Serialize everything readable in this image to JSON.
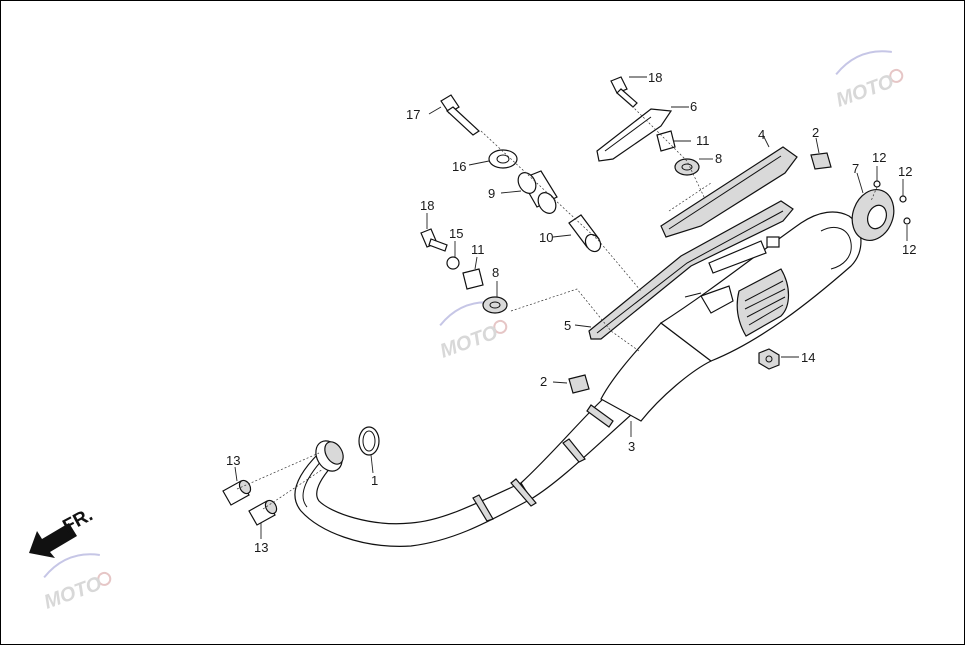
{
  "callouts": [
    {
      "id": "c1",
      "text": "1"
    },
    {
      "id": "c2a",
      "text": "2"
    },
    {
      "id": "c2b",
      "text": "2"
    },
    {
      "id": "c3",
      "text": "3"
    },
    {
      "id": "c4",
      "text": "4"
    },
    {
      "id": "c5",
      "text": "5"
    },
    {
      "id": "c6",
      "text": "6"
    },
    {
      "id": "c7",
      "text": "7"
    },
    {
      "id": "c8a",
      "text": "8"
    },
    {
      "id": "c8b",
      "text": "8"
    },
    {
      "id": "c9",
      "text": "9"
    },
    {
      "id": "c10",
      "text": "10"
    },
    {
      "id": "c11a",
      "text": "11"
    },
    {
      "id": "c11b",
      "text": "11"
    },
    {
      "id": "c12a",
      "text": "12"
    },
    {
      "id": "c12b",
      "text": "12"
    },
    {
      "id": "c12c",
      "text": "12"
    },
    {
      "id": "c13a",
      "text": "13"
    },
    {
      "id": "c13b",
      "text": "13"
    },
    {
      "id": "c14",
      "text": "14"
    },
    {
      "id": "c15",
      "text": "15"
    },
    {
      "id": "c16",
      "text": "16"
    },
    {
      "id": "c17",
      "text": "17"
    },
    {
      "id": "c18a",
      "text": "18"
    },
    {
      "id": "c18b",
      "text": "18"
    }
  ],
  "front_indicator": {
    "text": "FR.",
    "icon": "front-direction-arrow-icon"
  },
  "watermark": {
    "text": "MOTO",
    "icon": "moto-logo-icon",
    "color": "#d8d8d8"
  }
}
